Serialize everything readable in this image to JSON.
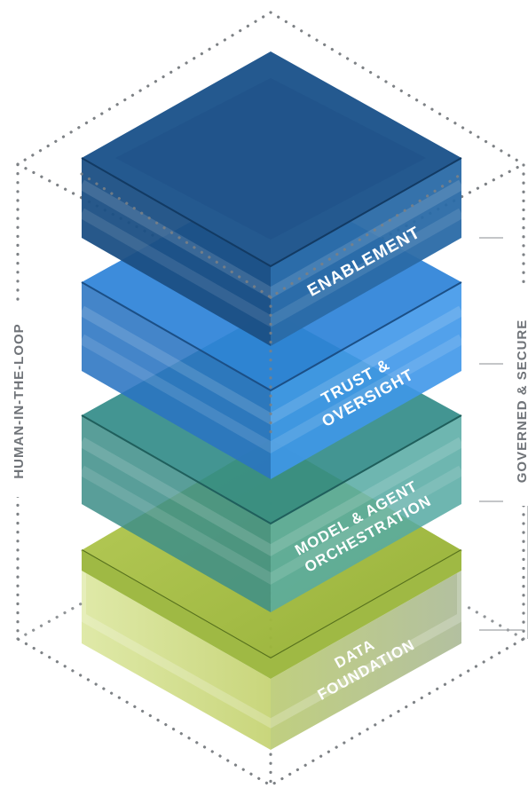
{
  "layers": [
    {
      "id": "enablement",
      "lines": [
        "ENABLEMENT"
      ],
      "color": "#1d5a94"
    },
    {
      "id": "trust",
      "lines": [
        "TRUST &",
        "OVERSIGHT"
      ],
      "color": "#2f86dd"
    },
    {
      "id": "model",
      "lines": [
        "MODEL & AGENT",
        "ORCHESTRATION"
      ],
      "color": "#2e8c86"
    },
    {
      "id": "data",
      "lines": [
        "DATA",
        "FOUNDATION"
      ],
      "color": "#a6c23f"
    }
  ],
  "side_labels": {
    "left": "HUMAN-IN-THE-LOOP",
    "right": "GOVERNED & SECURE"
  }
}
